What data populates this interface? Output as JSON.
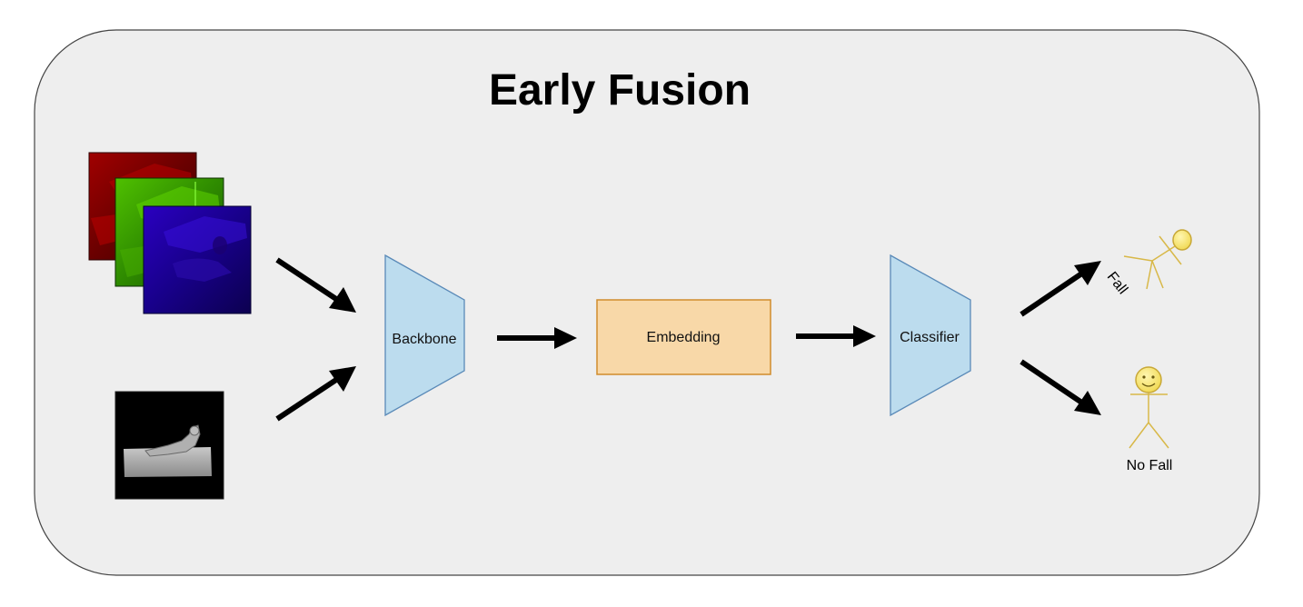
{
  "title": "Early Fusion",
  "nodes": {
    "backbone": "Backbone",
    "embedding": "Embedding",
    "classifier": "Classifier"
  },
  "outputs": {
    "fall": "Fall",
    "no_fall": "No Fall"
  },
  "inputs": {
    "rgb_channels": [
      "red",
      "green",
      "blue"
    ],
    "depth": "depth image"
  },
  "colors": {
    "panel_fill": "#eeeeee",
    "panel_stroke": "#444444",
    "trapezoid_fill": "#bcdcee",
    "trapezoid_stroke": "#5a8ab8",
    "embedding_fill": "#f8d8a8",
    "embedding_stroke": "#d08c2c",
    "stick_figure": "#d8b848",
    "stick_face": "#f2e070",
    "arrow": "#000000",
    "red_channel": "#8b0000",
    "green_channel": "#3a9a00",
    "blue_channel": "#14008a",
    "depth_bg": "#000000"
  }
}
